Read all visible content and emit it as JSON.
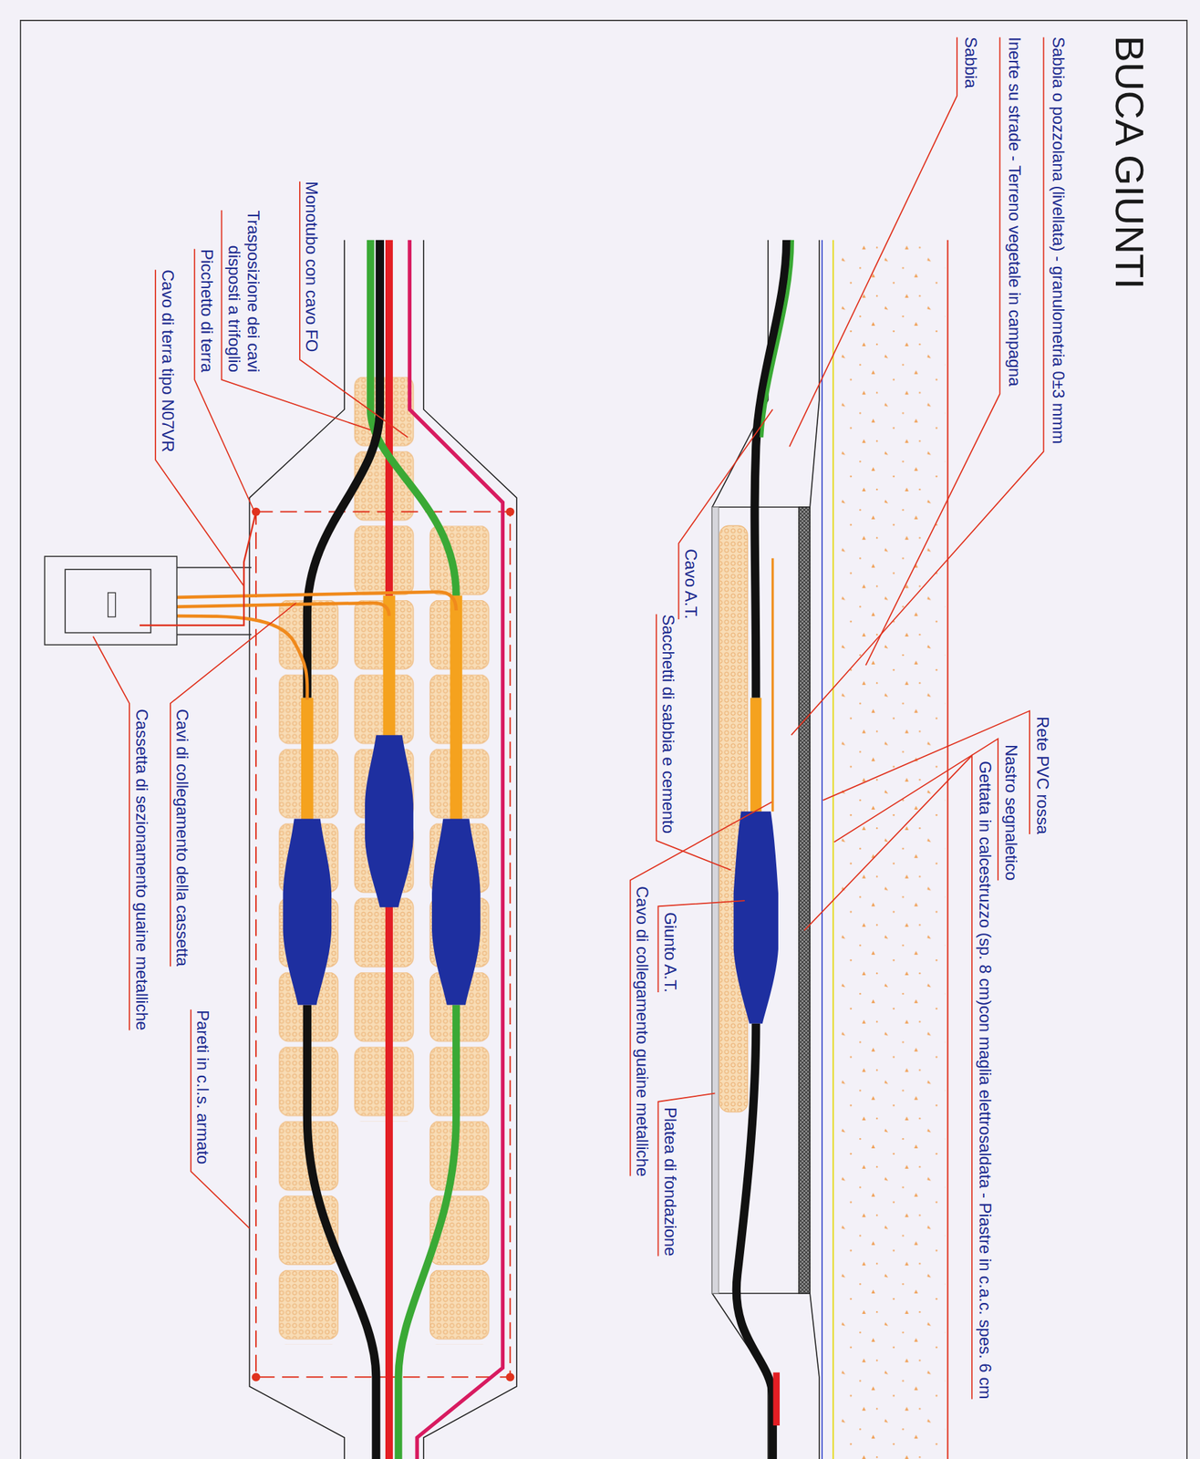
{
  "diagram": {
    "title": "BUCA GIUNTI",
    "labels": [
      "Sabbia o pozzolana (livellata) - granulometria 0±3 mmm",
      "Inerte su strade - Terreno vegetale in campagna",
      "Sabbia",
      "Cavo A.T.",
      "Sacchetti di sabbia e cemento",
      "Rete PVC rossa",
      "Nastro segnaletico",
      "Gettata in calcestruzzo (sp. 8 cm)con maglia elettrosaldata - Piastre in c.a.c. spes. 6 cm",
      "Giunto A.T.",
      "Cavo di collegamento guaine metalliche",
      "Platea di fondazione",
      "Monotubo con cavo FO",
      "Trasposizione dei cavi disposti a trifoglio",
      "Picchetto di terra",
      "Cavo di terra tipo N07VR",
      "Cavi di collegamento della cassetta",
      "Cassetta di sezionamento guaine metalliche",
      "Pareti in c.l.s. armato"
    ]
  }
}
